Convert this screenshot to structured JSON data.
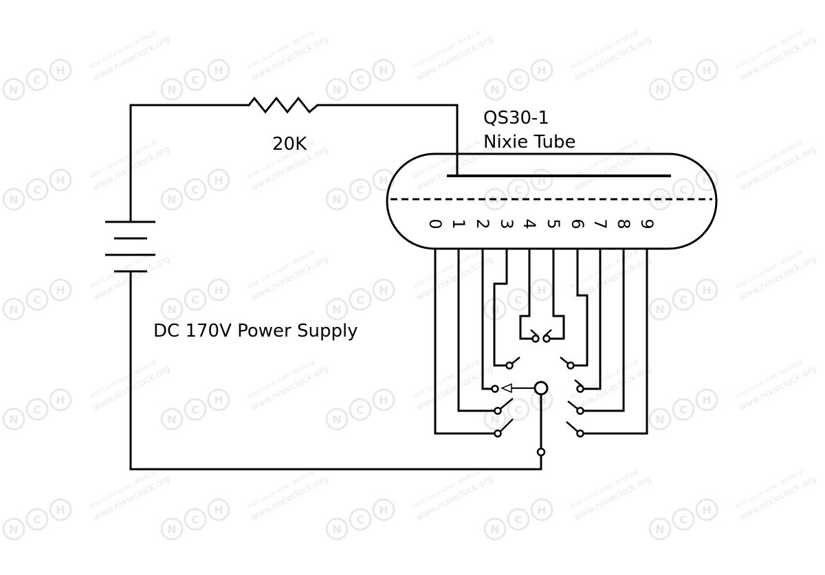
{
  "resistor": {
    "label": "20K"
  },
  "tube": {
    "model": "QS30-1",
    "type": "Nixie Tube",
    "digits": [
      "0",
      "1",
      "2",
      "3",
      "4",
      "5",
      "6",
      "7",
      "8",
      "9"
    ]
  },
  "supply": {
    "label": "DC 170V Power Supply"
  },
  "watermark": {
    "url": "www.nixieclock.org",
    "caption": "NIXIE CLOCK HOME | 辉光钟之家"
  },
  "colors": {
    "line": "#000000",
    "background": "#ffffff",
    "watermark": "#e6e6e6"
  }
}
